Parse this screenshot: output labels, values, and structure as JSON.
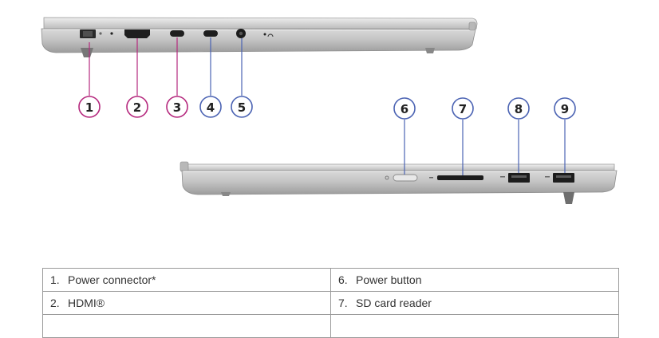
{
  "callout_colors": {
    "magenta": "#b5297e",
    "blue": "#4b63b3"
  },
  "left_view": {
    "callouts": [
      {
        "number": "1",
        "color": "magenta"
      },
      {
        "number": "2",
        "color": "magenta"
      },
      {
        "number": "3",
        "color": "magenta"
      },
      {
        "number": "4",
        "color": "blue"
      },
      {
        "number": "5",
        "color": "blue"
      }
    ]
  },
  "right_view": {
    "callouts": [
      {
        "number": "6",
        "color": "blue"
      },
      {
        "number": "7",
        "color": "blue"
      },
      {
        "number": "8",
        "color": "blue"
      },
      {
        "number": "9",
        "color": "blue"
      }
    ]
  },
  "table": {
    "rows": [
      [
        {
          "num": "1.",
          "label": "Power connector*"
        },
        {
          "num": "6.",
          "label": "Power button"
        }
      ],
      [
        {
          "num": "2.",
          "label": "HDMI®"
        },
        {
          "num": "7.",
          "label": "SD card reader"
        }
      ],
      [
        {
          "num": "",
          "label": ""
        },
        {
          "num": "",
          "label": ""
        }
      ]
    ]
  }
}
